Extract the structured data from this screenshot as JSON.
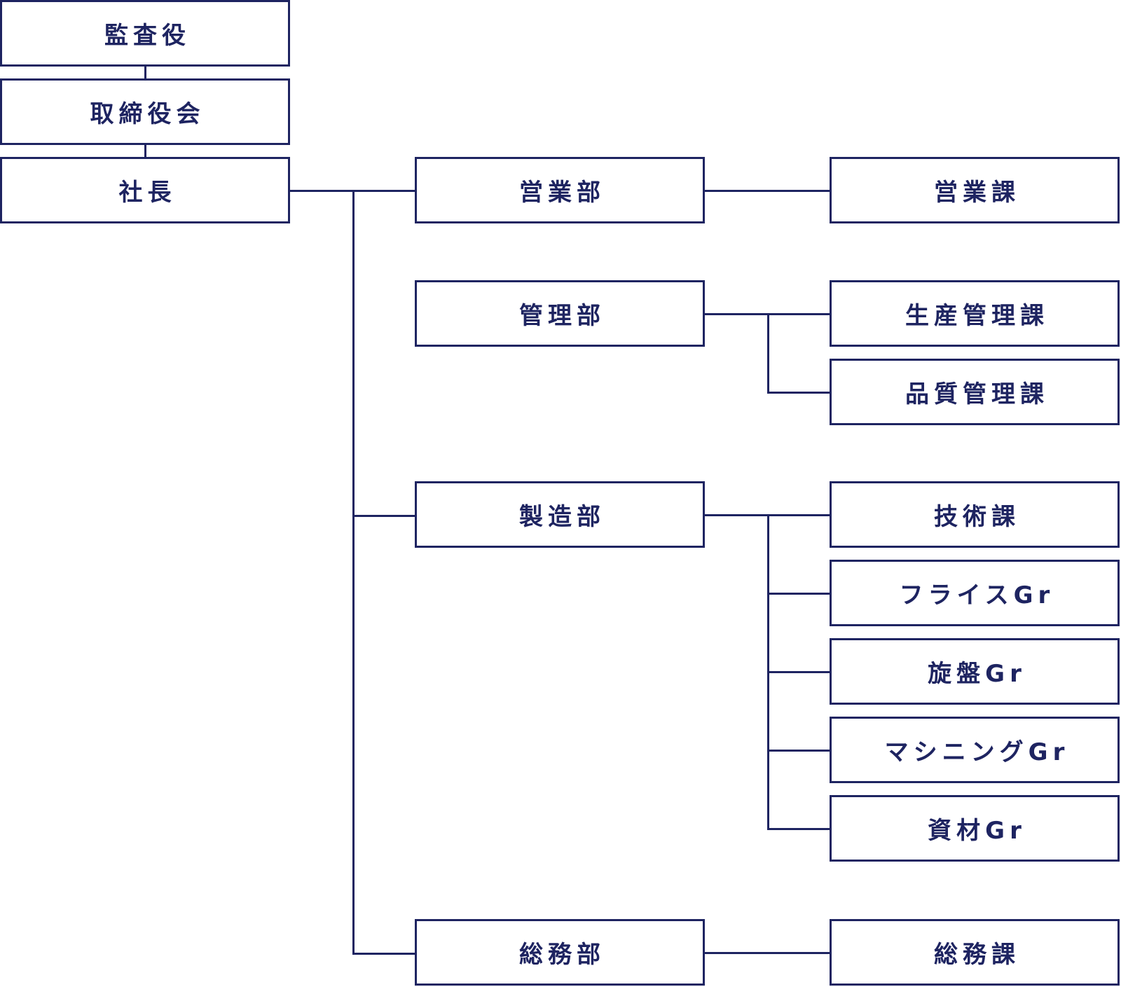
{
  "colors": {
    "line": "#1e2461",
    "text": "#1e2461",
    "box_fill": "#ffffff"
  },
  "top": {
    "auditor": "監査役",
    "board": "取締役会",
    "president": "社長"
  },
  "departments": {
    "sales": {
      "name": "営業部",
      "sections": [
        "営業課"
      ]
    },
    "management": {
      "name": "管理部",
      "sections": [
        "生産管理課",
        "品質管理課"
      ]
    },
    "manufacturing": {
      "name": "製造部",
      "sections": [
        "技術課",
        "フライスGr",
        "旋盤Gr",
        "マシニングGr",
        "資材Gr"
      ]
    },
    "general_affairs": {
      "name": "総務部",
      "sections": [
        "総務課"
      ]
    }
  }
}
